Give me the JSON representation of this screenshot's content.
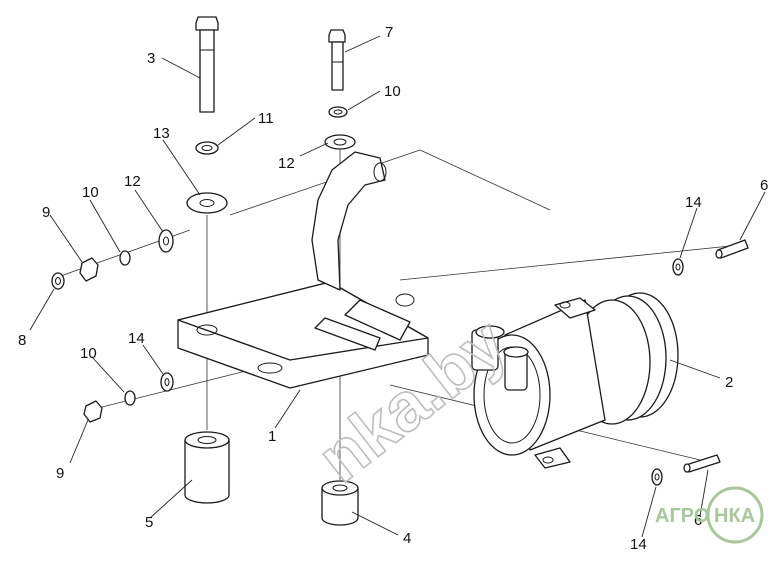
{
  "figure": {
    "callouts": {
      "c1": "1",
      "c2": "2",
      "c3": "3",
      "c4": "4",
      "c5": "5",
      "c6a": "6",
      "c6b": "6",
      "c7": "7",
      "c8": "8",
      "c9a": "9",
      "c9b": "9",
      "c10a": "10",
      "c10b": "10",
      "c10c": "10",
      "c11": "11",
      "c12a": "12",
      "c12b": "12",
      "c13": "13",
      "c14a": "14",
      "c14b": "14",
      "c14c": "14"
    }
  },
  "watermark": {
    "text": "nka.by"
  },
  "logo": {
    "left": "АГРО",
    "right": "НКА",
    "color": "#a8c79a"
  }
}
